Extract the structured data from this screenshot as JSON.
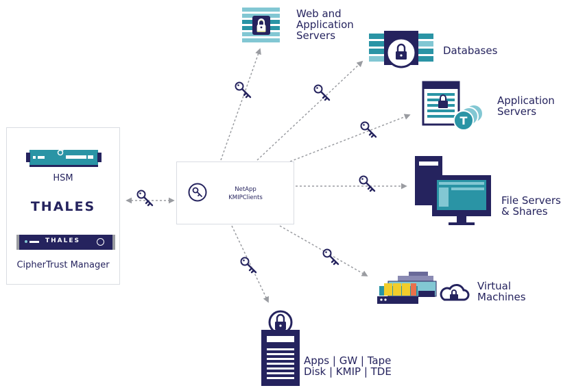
{
  "colors": {
    "navy": "#25235e",
    "teal": "#2a94a5",
    "light_teal": "#82c7d3",
    "gray": "#9a9ca1",
    "yellow": "#f2cd2b",
    "purple": "#6a6a99"
  },
  "left_panel": {
    "hsm_label": "HSM",
    "thales_logo": "THALES",
    "appliance_logo": "THALES",
    "manager_label": "CipherTrust Manager"
  },
  "center": {
    "line1": "NetApp",
    "line2": "KMIPClients"
  },
  "targets": {
    "web": [
      "Web and",
      "Application",
      "Servers"
    ],
    "databases": [
      "Databases"
    ],
    "app_servers": [
      "Application",
      "Servers"
    ],
    "file_servers": [
      "File Servers",
      "& Shares"
    ],
    "vms": [
      "Virtual",
      "Machines"
    ],
    "apps": [
      "Apps | GW | Tape",
      "Disk | KMIP | TDE"
    ]
  },
  "app_server_badge": "T",
  "icons": [
    "key-icon",
    "lock-icon",
    "server-icon",
    "database-icon",
    "monitor-icon",
    "cloud-lock-icon",
    "hsm-appliance-icon"
  ]
}
